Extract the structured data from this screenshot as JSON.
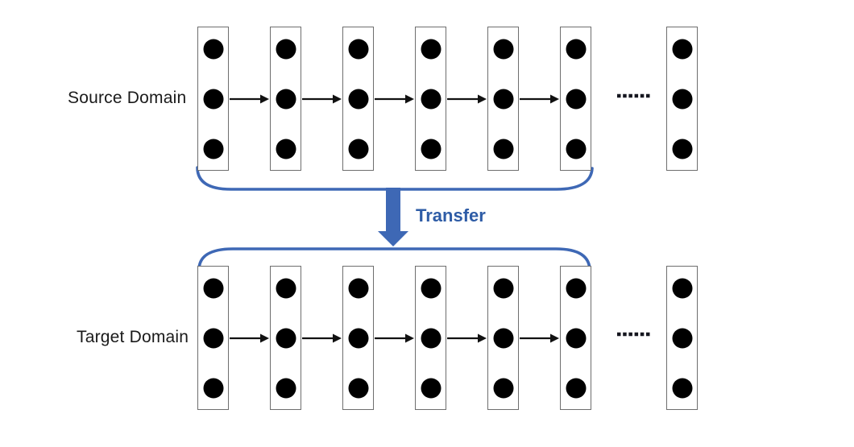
{
  "diagram": {
    "source_row": {
      "label": "Source Domain"
    },
    "target_row": {
      "label": "Target Domain"
    },
    "transfer": {
      "label": "Transfer"
    },
    "structure": {
      "chain_box_count": 6,
      "trailing_box_count": 1,
      "dots_per_box": 3,
      "arrows_per_row": 5,
      "ellipsis_dot_count": 6,
      "row_count": 2
    },
    "colors": {
      "accent_blue": "#3E68B5",
      "transfer_text_blue": "#2E5CA6",
      "node_fill": "#000000",
      "box_border": "#6e6e6e",
      "label_text": "#1a1a1a",
      "arrow_black": "#111111"
    }
  }
}
